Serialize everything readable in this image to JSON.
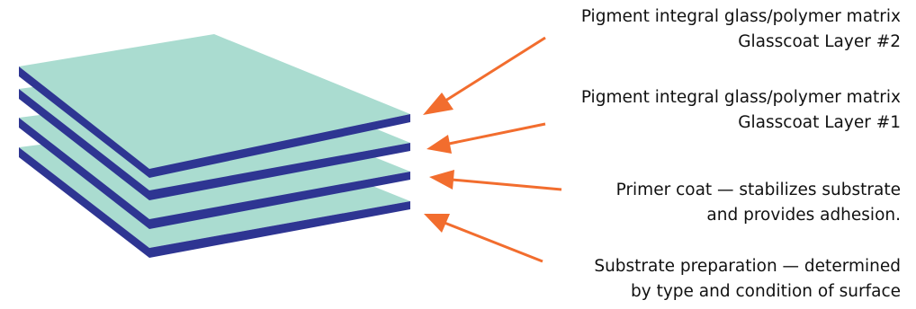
{
  "colors": {
    "layer_top": "#aadcd0",
    "layer_edge": "#2e3592",
    "arrow": "#f26d2e",
    "text": "#111111"
  },
  "labels": [
    {
      "id": "glasscoat-layer-2",
      "line1": "Pigment integral glass/polymer matrix",
      "line2": "Glasscoat Layer #2"
    },
    {
      "id": "glasscoat-layer-1",
      "line1": "Pigment integral glass/polymer matrix",
      "line2": "Glasscoat Layer #1"
    },
    {
      "id": "primer-coat",
      "line1": "Primer coat — stabilizes substrate",
      "line2": "and provides adhesion."
    },
    {
      "id": "substrate-preparation",
      "line1": "Substrate preparation — determined",
      "line2": "by type and condition of surface"
    }
  ]
}
